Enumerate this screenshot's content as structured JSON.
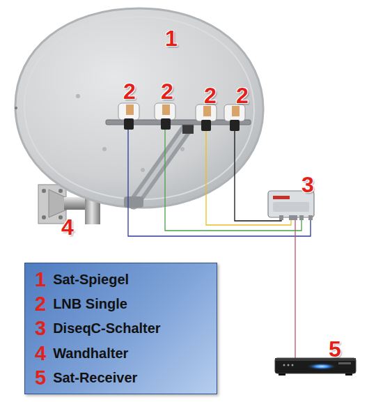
{
  "diagram": {
    "nodes": [
      {
        "text": [
          "1",
          "Sat-Spiegel",
          "2",
          "LNB Single",
          "3",
          "DiseqC-Schalter",
          "4",
          "Wandhalter",
          "5",
          "Sat-Receiver"
        ]
      }
    ],
    "labels": [
      "1",
      "2",
      "2",
      "2",
      "2",
      "3",
      "4",
      "5"
    ]
  }
}
